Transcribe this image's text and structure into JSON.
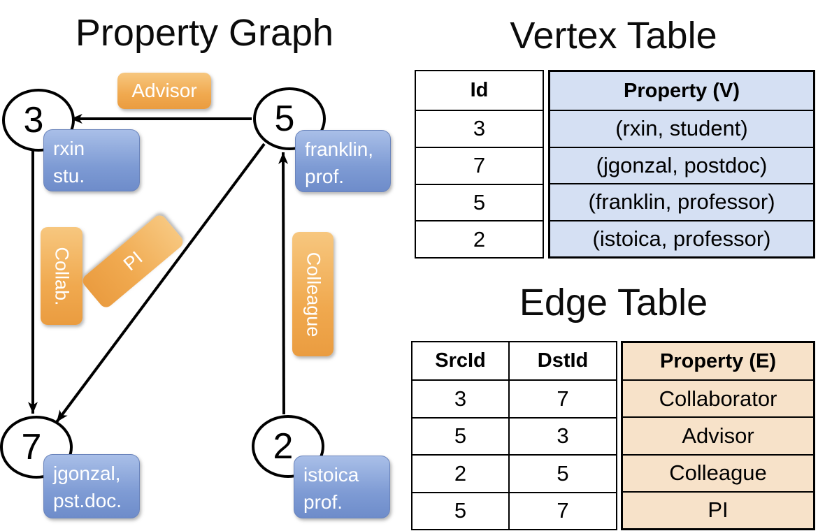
{
  "titles": {
    "graph": "Property Graph",
    "vertex_table": "Vertex Table",
    "edge_table": "Edge Table"
  },
  "graph": {
    "vertices": [
      {
        "id": "3",
        "prop_line1": "rxin",
        "prop_line2": "stu."
      },
      {
        "id": "5",
        "prop_line1": "franklin,",
        "prop_line2": "prof."
      },
      {
        "id": "7",
        "prop_line1": "jgonzal,",
        "prop_line2": "pst.doc."
      },
      {
        "id": "2",
        "prop_line1": "istoica",
        "prop_line2": "prof."
      }
    ],
    "edge_labels": {
      "advisor": "Advisor",
      "collab": "Collab.",
      "pi": "PI",
      "colleague": "Colleague"
    }
  },
  "vertex_table": {
    "headers": {
      "id": "Id",
      "property": "Property (V)"
    },
    "rows": [
      {
        "id": "3",
        "property": "(rxin, student)"
      },
      {
        "id": "7",
        "property": "(jgonzal, postdoc)"
      },
      {
        "id": "5",
        "property": "(franklin, professor)"
      },
      {
        "id": "2",
        "property": "(istoica, professor)"
      }
    ]
  },
  "edge_table": {
    "headers": {
      "src": "SrcId",
      "dst": "DstId",
      "property": "Property (E)"
    },
    "rows": [
      {
        "src": "3",
        "dst": "7",
        "property": "Collaborator"
      },
      {
        "src": "5",
        "dst": "3",
        "property": "Advisor"
      },
      {
        "src": "2",
        "dst": "5",
        "property": "Colleague"
      },
      {
        "src": "5",
        "dst": "7",
        "property": "PI"
      }
    ]
  },
  "colors": {
    "edge_pill_orange": "#F0A94F",
    "vertex_pill_blue": "#7E9BD4",
    "vertex_table_fill": "#D5E0F3",
    "edge_table_fill": "#F7E2C9",
    "line_black": "#000000"
  }
}
